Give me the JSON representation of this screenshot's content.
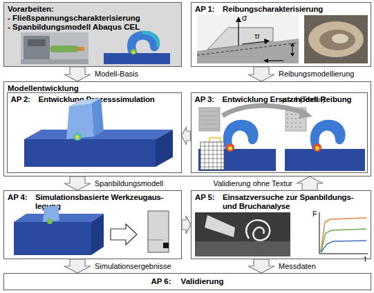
{
  "diagram": {
    "nodes": [
      {
        "text": [
          "Vorarbeiten:",
          "- Fließspannungscharakterisierung",
          "- Spanbildungsmodell Abaqus CEL"
        ]
      },
      {
        "text": [
          "AP 1:",
          "Reibungscharakterisierung"
        ]
      },
      {
        "text": [
          "Modellentwicklung"
        ]
      },
      {
        "text": [
          "AP 2:",
          "Entwicklung Prozesssimulation"
        ],
        "in": 2
      },
      {
        "text": [
          "AP 3:",
          "Entwicklung Ersatzmodell Reibung"
        ],
        "in": 2
      },
      {
        "text": [
          "AP 4:",
          "Simulationsbasierte Werkzeugaus- legung"
        ]
      },
      {
        "text": [
          "AP 5:",
          "Einsatzversuche zur Spanbildungs- und Bruchanalyse"
        ]
      },
      {
        "text": [
          "AP 6:",
          "Validierung"
        ]
      }
    ],
    "edges": [
      {
        "from": 0,
        "to": 2,
        "arrow": "to",
        "label": "Modell-Basis"
      },
      {
        "from": 1,
        "to": 2,
        "arrow": "to",
        "label": "Reibungsmodellierung"
      },
      {
        "from": 4,
        "to": 3,
        "arrow": "to"
      },
      {
        "from": 2,
        "to": 5,
        "arrow": "to",
        "label": "Spanbildungsmodell"
      },
      {
        "from": 6,
        "to": 2,
        "arrow": "to",
        "label": "Validierung ohne Textur"
      },
      {
        "from": 5,
        "to": 6,
        "arrow": "to"
      },
      {
        "from": 5,
        "to": 7,
        "arrow": "to",
        "label": "Simulationsergebnisse"
      },
      {
        "from": 6,
        "to": 7,
        "arrow": "to",
        "label": "Messdaten"
      }
    ],
    "labels": [
      "σ",
      "τr",
      "μ = f (Textur)",
      "F",
      "t"
    ]
  }
}
